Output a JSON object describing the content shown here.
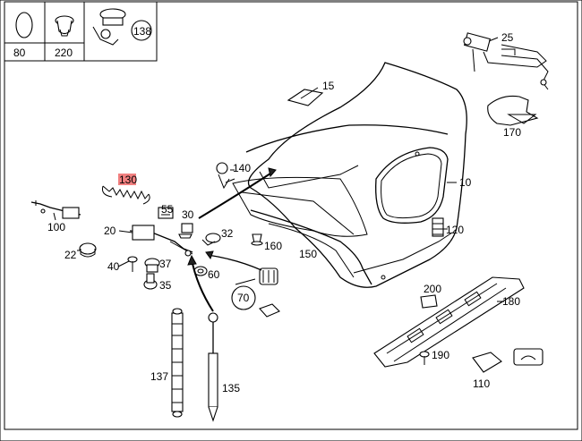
{
  "legend": [
    {
      "id": "legend-80",
      "label": "80"
    },
    {
      "id": "legend-220",
      "label": "220"
    },
    {
      "id": "legend-138",
      "label": "138"
    }
  ],
  "parts": {
    "p15": "15",
    "p25": "25",
    "p170": "170",
    "p10": "10",
    "p140": "140",
    "p130": "130",
    "p30": "30",
    "p55": "55",
    "p100": "100",
    "p20": "20",
    "p32": "32",
    "p160": "160",
    "p120": "120",
    "p150": "150",
    "p22": "22",
    "p40": "40",
    "p37": "37",
    "p35": "35",
    "p60": "60",
    "p70": "70",
    "p200": "200",
    "p180": "180",
    "p190": "190",
    "p110": "110",
    "p137": "137",
    "p135": "135"
  },
  "colors": {
    "highlight": "#f28080",
    "line": "#000000"
  }
}
